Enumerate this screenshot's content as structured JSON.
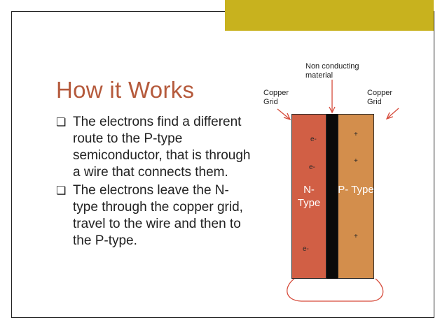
{
  "slide": {
    "title": "How it Works",
    "bullets": [
      "The electrons find a different route to the P-type semiconductor, that is through a wire that connects them.",
      "The electrons leave the N-type through the copper grid, travel to the wire and then to the P-type."
    ],
    "bullet_icon": "hollow-square-bullet"
  },
  "diagram": {
    "label_non_conducting": "Non conducting material",
    "label_copper_left": "Copper Grid",
    "label_copper_right": "Copper Grid",
    "n_type": "N- Type",
    "p_type": "P- Type",
    "electron": "e-",
    "hole": "+"
  },
  "colors": {
    "accent": "#c8b21e",
    "title": "#b55a3c",
    "n_type": "#d15f45",
    "p_type": "#d38e4c",
    "separator": "#0a0a0a"
  }
}
